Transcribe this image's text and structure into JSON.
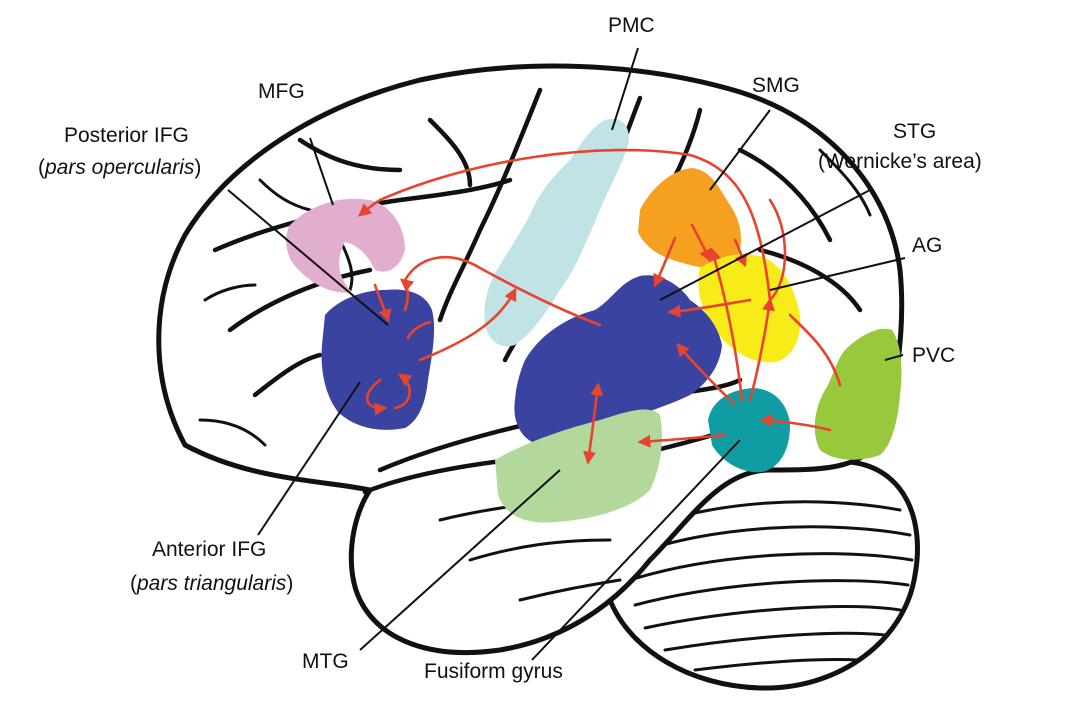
{
  "labels": {
    "pmc": "PMC",
    "smg": "SMG",
    "mfg": "MFG",
    "posterior_ifg": "Posterior IFG",
    "pars_opercularis": "pars opercularis",
    "stg": "STG",
    "wernicke": "(Wernicke’s area)",
    "ag": "AG",
    "pvc": "PVC",
    "anterior_ifg": "Anterior IFG",
    "pars_triangularis": "pars triangularis",
    "mtg": "MTG",
    "fusiform": "Fusiform gyrus"
  },
  "colors": {
    "mfg": "#e2aed0",
    "pmc": "#c2e3e6",
    "smg": "#f5a020",
    "ag": "#f8ec18",
    "stg": "#3b43a0",
    "ifg": "#3b43a0",
    "fusiform": "#0f9ca2",
    "pvc": "#98c93c",
    "mtg": "#b3d89c",
    "arrows": "#e8432e",
    "outline": "#111111"
  }
}
